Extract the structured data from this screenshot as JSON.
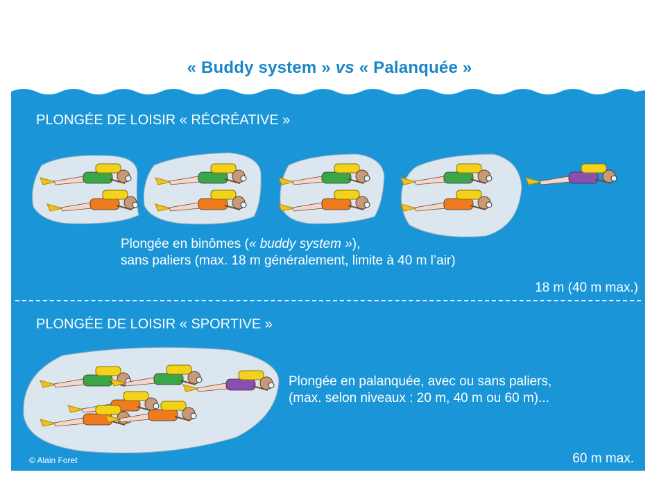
{
  "title": {
    "part1": "« Buddy system »",
    "vs": "vs",
    "part2": "« Palanquée »"
  },
  "colors": {
    "water": "#1a96d8",
    "title": "#1a86c7",
    "group_bubble": "#dbe6ee"
  },
  "section_recreational": {
    "heading": "PLONGÉE DE LOISIR « RÉCRÉATIVE »",
    "text_line1_prefix": "Plongée en binômes (",
    "text_line1_italic": "« buddy system »",
    "text_line1_suffix": "),",
    "text_line2": "sans paliers (max. 18 m généralement, limite à 40 m l’air)",
    "depth": "18 m (40 m max.)"
  },
  "section_sportive": {
    "heading": "PLONGÉE DE LOISIR « SPORTIVE »",
    "text_line1": "Plongée en palanquée, avec ou sans paliers,",
    "text_line2": "(max. selon niveaux : 20 m, 40 m ou 60 m)...",
    "depth": "60 m max."
  },
  "credit": "© Alain Foret"
}
